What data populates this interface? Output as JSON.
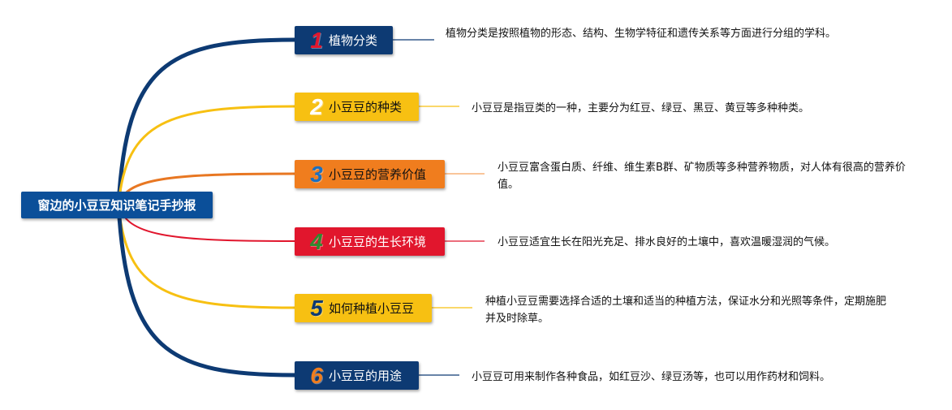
{
  "root": {
    "title": "窗边的小豆豆知识笔记手抄报"
  },
  "branches": [
    {
      "number": "1",
      "label": "植物分类",
      "description": "植物分类是按照植物的形态、结构、生物学特征和遗传关系等方面进行分组的学科。",
      "box_color": "#0d3a73",
      "text_color": "#ffffff",
      "number_color": "#e1162d",
      "curve_color": "#0d3a73",
      "connector_color": "#0d3a73"
    },
    {
      "number": "2",
      "label": "小豆豆的种类",
      "description": "小豆豆是指豆类的一种，主要分为红豆、绿豆、黑豆、黄豆等多种种类。",
      "box_color": "#f7c012",
      "text_color": "#111111",
      "number_color": "#ffffff",
      "curve_color": "#f7c012",
      "connector_color": "#f7c012"
    },
    {
      "number": "3",
      "label": "小豆豆的营养价值",
      "description": "小豆豆富含蛋白质、纤维、维生素B群、矿物质等多种营养物质，对人体有很高的营养价值。",
      "box_color": "#f07d1e",
      "text_color": "#111111",
      "number_color": "#1b6fc0",
      "curve_color": "#e87722",
      "connector_color": "#f5a25e"
    },
    {
      "number": "4",
      "label": "小豆豆的生长环境",
      "description": "小豆豆适宜生长在阳光充足、排水良好的土壤中，喜欢温暖湿润的气候。",
      "box_color": "#e1162d",
      "text_color": "#ffffff",
      "number_color": "#2f8a2f",
      "curve_color": "#e1162d",
      "connector_color": "#e1162d"
    },
    {
      "number": "5",
      "label": "如何种植小豆豆",
      "description": "种植小豆豆需要选择合适的土壤和适当的种植方法，保证水分和光照等条件，定期施肥并及时除草。",
      "box_color": "#f7c012",
      "text_color": "#111111",
      "number_color": "#0d3a73",
      "curve_color": "#f7c012",
      "connector_color": "#f7c012"
    },
    {
      "number": "6",
      "label": "小豆豆的用途",
      "description": "小豆豆可用来制作各种食品，如红豆沙、绿豆汤等，也可以用作药材和饲料。",
      "box_color": "#0d3a73",
      "text_color": "#ffffff",
      "number_color": "#f07d1e",
      "curve_color": "#0d3a73",
      "connector_color": "#0d3a73"
    }
  ]
}
